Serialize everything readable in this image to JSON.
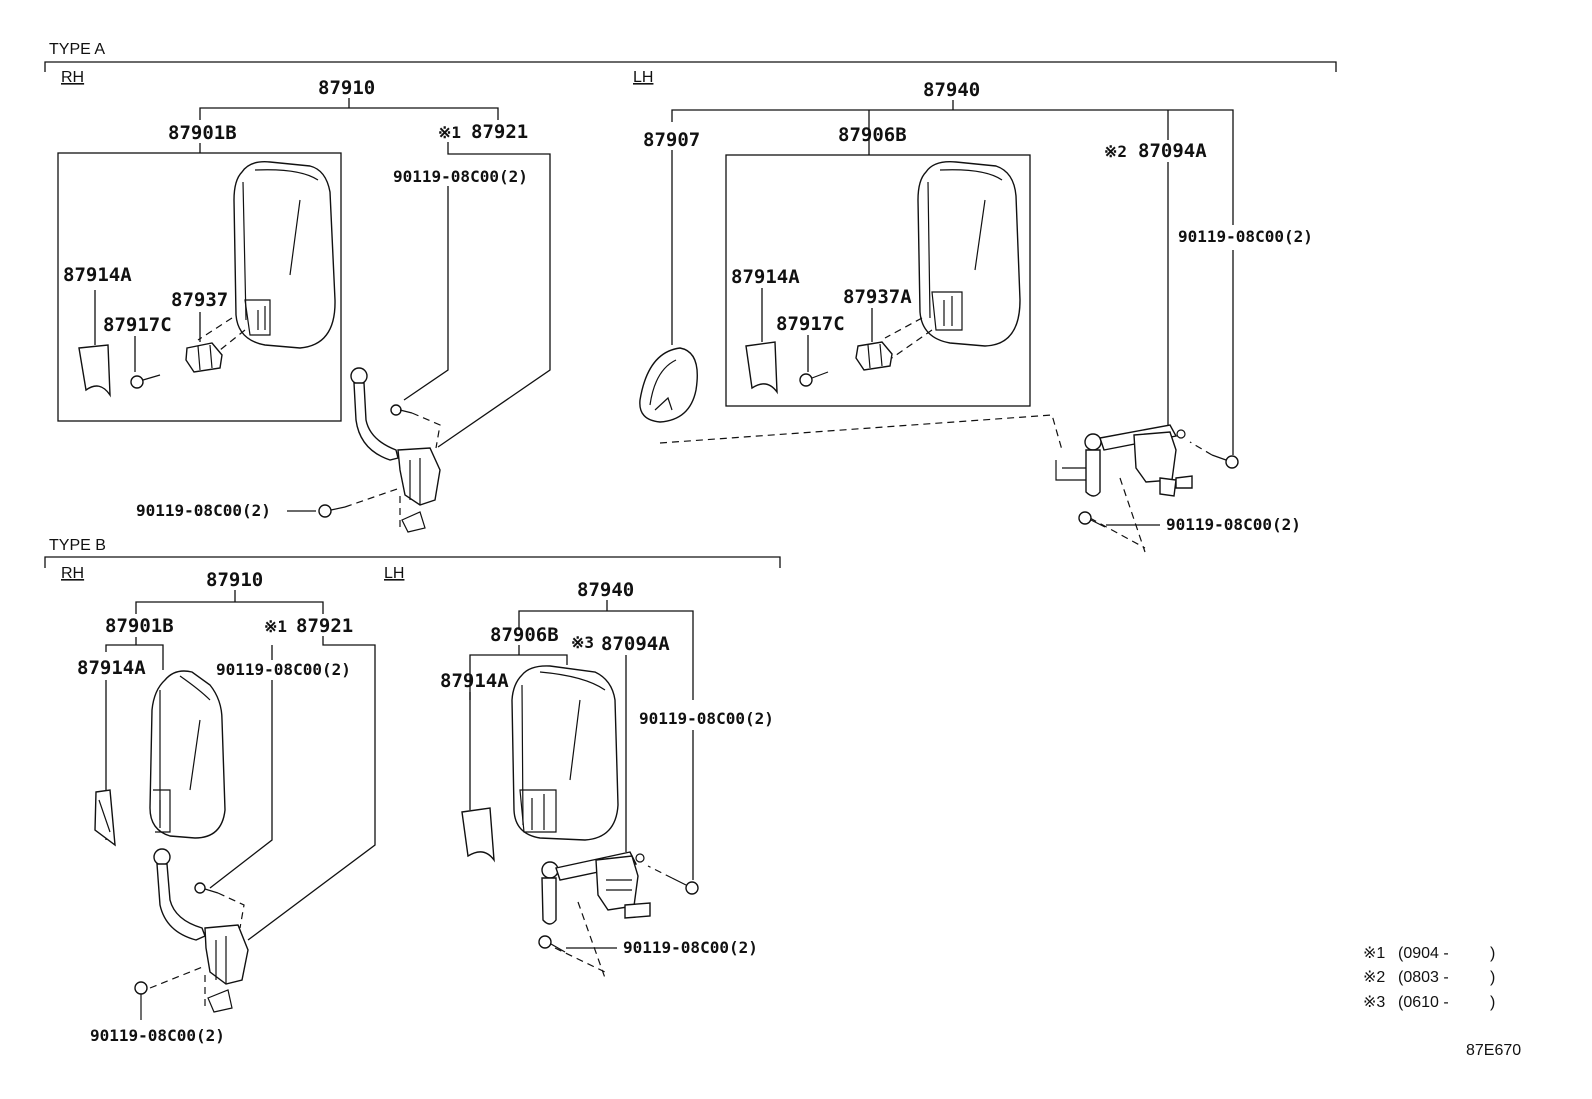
{
  "type_a": {
    "title": "TYPE A",
    "rh": {
      "side": "RH",
      "assembly": "87910",
      "mirror_assy": "87901B",
      "mark_stay": "※1",
      "stay": "87921",
      "stay_bolt": "90119-08C00(2)",
      "cover": "87914A",
      "screw": "87917C",
      "holder": "87937",
      "lower_bolt": "90119-08C00(2)"
    },
    "lh": {
      "side": "LH",
      "assembly": "87940",
      "under_mirror": "87907",
      "mirror_assy": "87906B",
      "mark_stay": "※2",
      "stay": "87094A",
      "stay_bolt": "90119-08C00(2)",
      "cover": "87914A",
      "screw": "87917C",
      "holder": "87937A",
      "lower_bolt": "90119-08C00(2)"
    }
  },
  "type_b": {
    "title": "TYPE B",
    "rh": {
      "side": "RH",
      "assembly": "87910",
      "mirror_assy": "87901B",
      "cover": "87914A",
      "mark_stay": "※1",
      "stay": "87921",
      "stay_bolt": "90119-08C00(2)",
      "lower_bolt": "90119-08C00(2)"
    },
    "lh": {
      "side": "LH",
      "assembly": "87940",
      "mirror_assy": "87906B",
      "mark_stay": "※3",
      "stay": "87094A",
      "cover": "87914A",
      "stay_bolt": "90119-08C00(2)",
      "lower_bolt": "90119-08C00(2)"
    }
  },
  "notes": [
    {
      "mark": "※1",
      "text": "(0904 -",
      "close": ")"
    },
    {
      "mark": "※2",
      "text": "(0803 -",
      "close": ")"
    },
    {
      "mark": "※3",
      "text": "(0610 -",
      "close": ")"
    }
  ],
  "figure_code": "87E670"
}
